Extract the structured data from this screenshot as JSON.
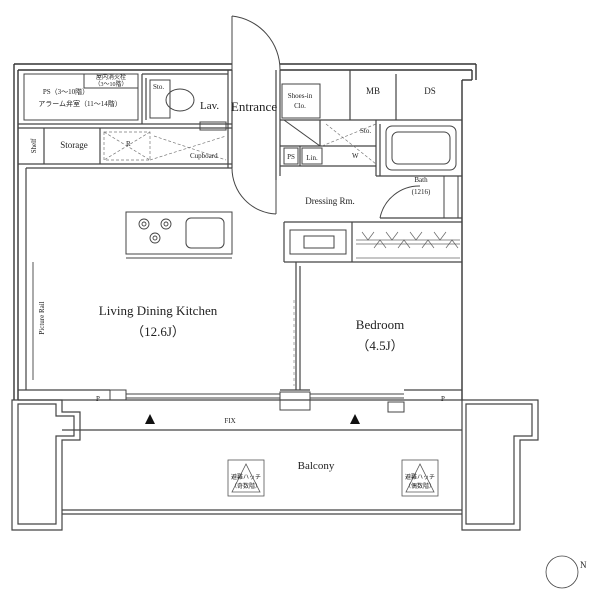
{
  "rooms": {
    "ldk_name": "Living Dining Kitchen",
    "ldk_size": "（12.6J）",
    "bedroom_name": "Bedroom",
    "bedroom_size": "（4.5J）",
    "balcony": "Balcony",
    "entrance": "Entrance",
    "lav": "Lav.",
    "storage": "Storage",
    "shelf": "Shelf",
    "cupboard": "Cupboard",
    "dressing": "Dressing Rm.",
    "bath_name": "Bath",
    "bath_size": "(1216)",
    "shoes_line1": "Shoes-in",
    "shoes_line2": "Clo.",
    "sto_toilet": "Sto.",
    "sto_dressing": "Sto.",
    "ps": "PS",
    "lin": "Lin.",
    "w": "W",
    "r": "R",
    "mb": "MB",
    "ds": "DS",
    "picture_rail": "Picture Rail",
    "fix": "FIX",
    "p_left": "P",
    "p_right": "P"
  },
  "ps_box": {
    "fire_hydrant": "屋内消火栓",
    "fire_floors": "（3～10階）",
    "ps_floors": "PS（3～10階）",
    "alarm_room": "アラーム弁室（11～14階）"
  },
  "hatches": {
    "left_line1": "避難ハッチ",
    "left_line2": "（奇数階）",
    "right_line1": "避難ハッチ",
    "right_line2": "（偶数階）"
  },
  "compass": {
    "label": "N"
  },
  "colors": {
    "wall": "#333333",
    "line": "#555555",
    "background": "#ffffff"
  }
}
